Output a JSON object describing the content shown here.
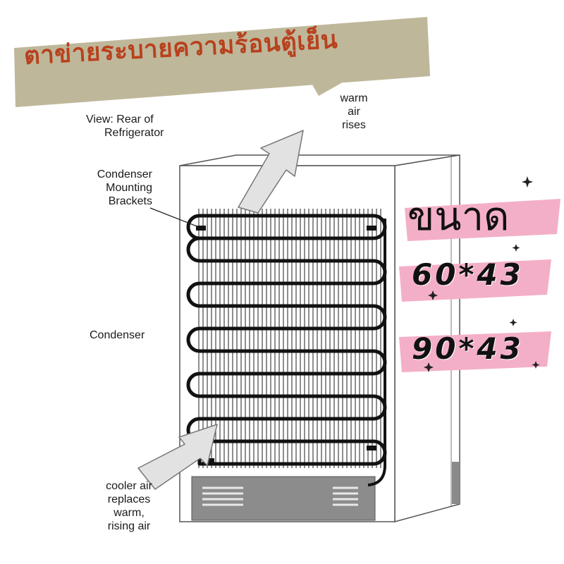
{
  "banner": {
    "title": "ตาข่ายระบายความร้อนตู้เย็น",
    "color": "#b8411d",
    "background": "#bfb79a"
  },
  "labels": {
    "view": [
      "View: Rear of",
      "Refrigerator"
    ],
    "warm_air": [
      "warm",
      "air",
      "rises"
    ],
    "brackets": [
      "Condenser",
      "Mounting",
      "Brackets"
    ],
    "condenser": "Condenser",
    "cooler_air": [
      "cooler air",
      "replaces",
      "warm,",
      "rising air"
    ]
  },
  "sizes": {
    "title": "ขนาด",
    "values": [
      "60*43",
      "90*43"
    ],
    "highlight_color": "#f4afc8"
  }
}
